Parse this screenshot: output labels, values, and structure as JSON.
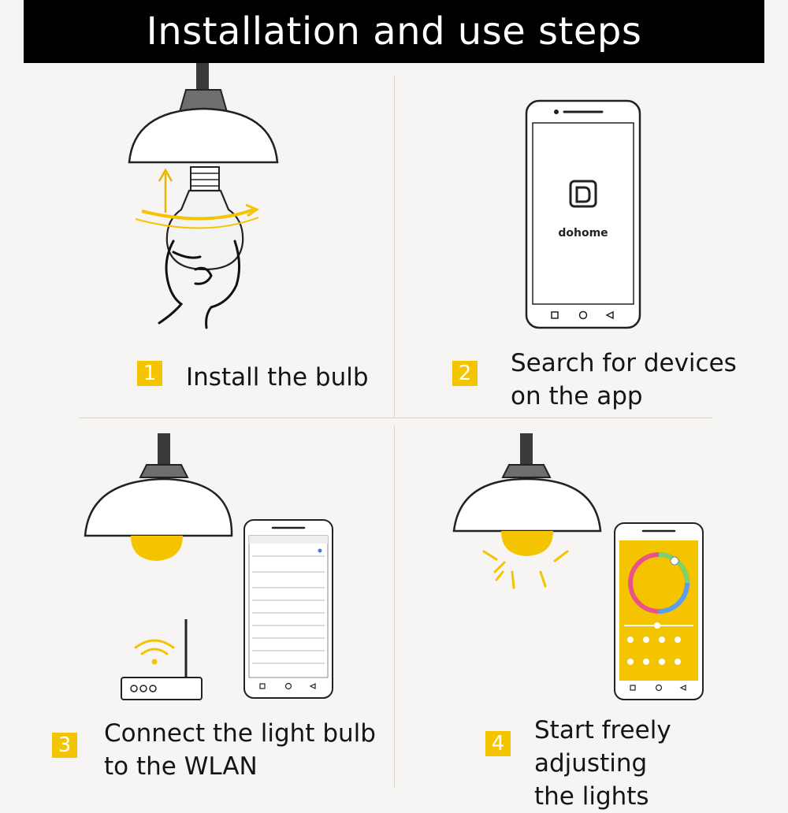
{
  "header": {
    "title": "Installation and use steps"
  },
  "steps": [
    {
      "number": "1",
      "text": "Install the bulb"
    },
    {
      "number": "2",
      "text": "Search for devices\non the app"
    },
    {
      "number": "3",
      "text": "Connect the light bulb\n to the WLAN"
    },
    {
      "number": "4",
      "text": "Start freely adjusting\nthe lights"
    }
  ],
  "app": {
    "brand": "dohome"
  },
  "colors": {
    "accent": "#f5c400",
    "header_bg": "#000000"
  },
  "icons": [
    "up-arrow-icon",
    "rotate-arrow-icon",
    "hand-icon",
    "wifi-icon",
    "home-nav-icon",
    "back-nav-icon",
    "recent-apps-icon",
    "sun-rays-icon"
  ]
}
